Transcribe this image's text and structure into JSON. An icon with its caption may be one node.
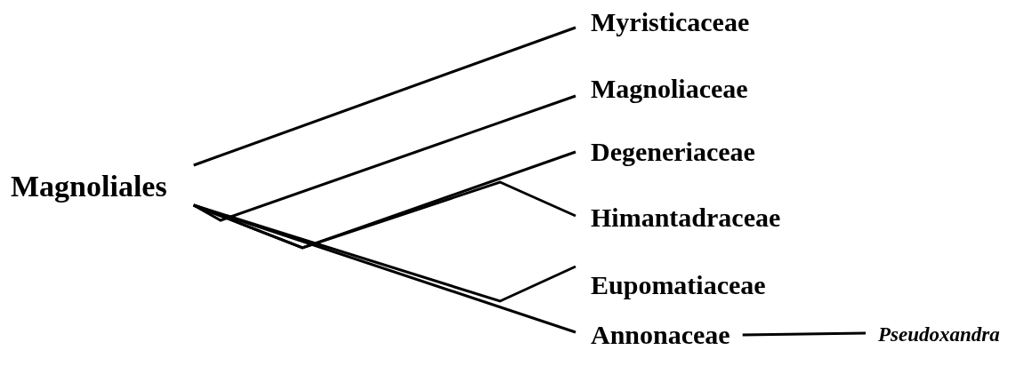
{
  "diagram": {
    "nodes": [
      {
        "text": [
          "Magnoliales"
        ]
      },
      {
        "text": [
          "Myristicaceae"
        ]
      },
      {
        "text": [
          "Magnoliaceae"
        ]
      },
      {
        "text": [
          "Degeneriaceae"
        ]
      },
      {
        "text": [
          "Himantadraceae"
        ]
      },
      {
        "text": [
          "Eupomatiaceae"
        ]
      },
      {
        "text": [
          "Annonaceae"
        ]
      },
      {
        "text": [
          "Pseudoxandra"
        ]
      }
    ],
    "edges": [
      {
        "from": 0,
        "to": 1,
        "arrow": "none"
      },
      {
        "from": 0,
        "to": 2,
        "arrow": "none"
      },
      {
        "from": 0,
        "to": 3,
        "arrow": "none"
      },
      {
        "from": 0,
        "to": 4,
        "arrow": "none"
      },
      {
        "from": 0,
        "to": 5,
        "arrow": "none"
      },
      {
        "from": 0,
        "to": 6,
        "arrow": "none"
      },
      {
        "from": 6,
        "to": 7,
        "arrow": "none"
      }
    ]
  }
}
